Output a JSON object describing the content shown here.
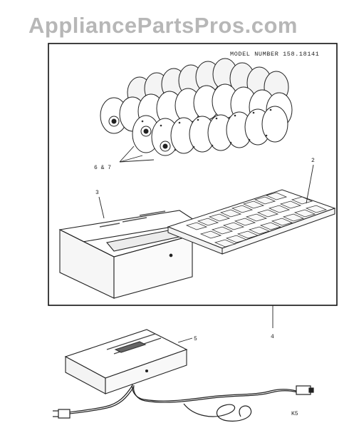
{
  "watermark": {
    "brand": "AppliancePartsPros",
    "suffix": ".com"
  },
  "diagram": {
    "model_number": "MODEL NUMBER 158.18141",
    "callouts": {
      "cams": "6 & 7",
      "tray": "2",
      "box": "3",
      "assembly": "4",
      "controller": "5",
      "page_code": "K5"
    }
  }
}
